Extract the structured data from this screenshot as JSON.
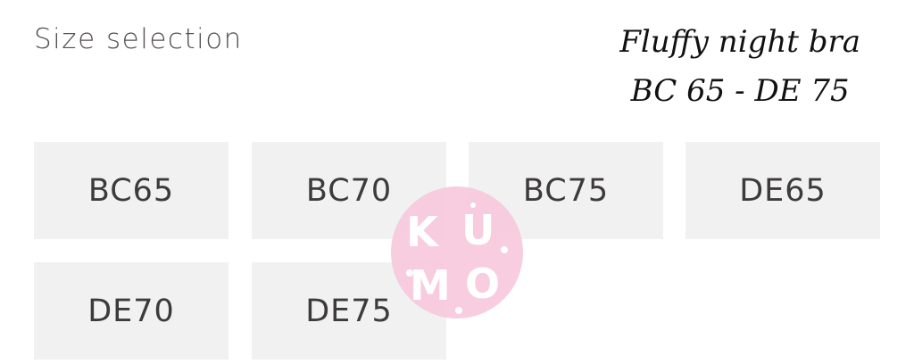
{
  "header": {
    "title": "Size selection"
  },
  "promo": {
    "line1": "Fluffy night bra",
    "line2": "BC 65 - DE 75"
  },
  "sizes": [
    {
      "label": "BC65"
    },
    {
      "label": "BC70"
    },
    {
      "label": "BC75"
    },
    {
      "label": "DE65"
    },
    {
      "label": "DE70"
    },
    {
      "label": "DE75"
    }
  ],
  "watermark": {
    "text": "KUMO",
    "color": "#f6c9dc"
  }
}
